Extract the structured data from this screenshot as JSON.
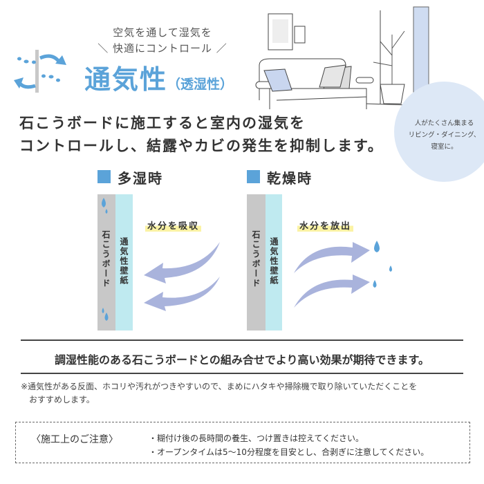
{
  "header": {
    "tagline_line1": "空気を通して湿気を",
    "tagline_line2": "快適にコントロール",
    "tagline_left_mark": "＼",
    "tagline_right_mark": "／",
    "title": "通気性",
    "title_sub": "（透湿性）",
    "icon": "airflow-through-wall-icon"
  },
  "lead": {
    "line1": "石こうボードに施工すると室内の湿気を",
    "line2": "コントロールし、結露やカビの発生を抑制します。"
  },
  "callout": {
    "line1": "人がたくさん集まる",
    "line2": "リビング・ダイニング、",
    "line3": "寝室に。"
  },
  "humid": {
    "heading": "多湿時",
    "board_label": "石こうボード",
    "paper_label": "通気性壁紙",
    "action": "水分を吸収"
  },
  "dry": {
    "heading": "乾燥時",
    "board_label": "石こうボード",
    "paper_label": "通気性壁紙",
    "action": "水分を放出"
  },
  "summary": "調湿性能のある石こうボードとの組み合せでより高い効果が期待できます。",
  "note": {
    "line1": "※通気性がある反面、ホコリや汚れがつきやすいので、まめにハタキや掃除機で取り除いていただくことを",
    "line2": "おすすめします。"
  },
  "caution": {
    "heading": "〈施工上のご注意〉",
    "items": [
      "・糊付け後の長時間の養生、つけ置きは控えてください。",
      "・オープンタイムは5〜10分程度を目安とし、合剥ぎに注意してください。"
    ]
  },
  "colors": {
    "accent": "#5ba3d9",
    "board": "#c8c8c8",
    "wallpaper": "#bfeaf0",
    "arrow": "#a9b3dc",
    "callout": "#dde8f6",
    "highlight": "#fbf3a4"
  }
}
